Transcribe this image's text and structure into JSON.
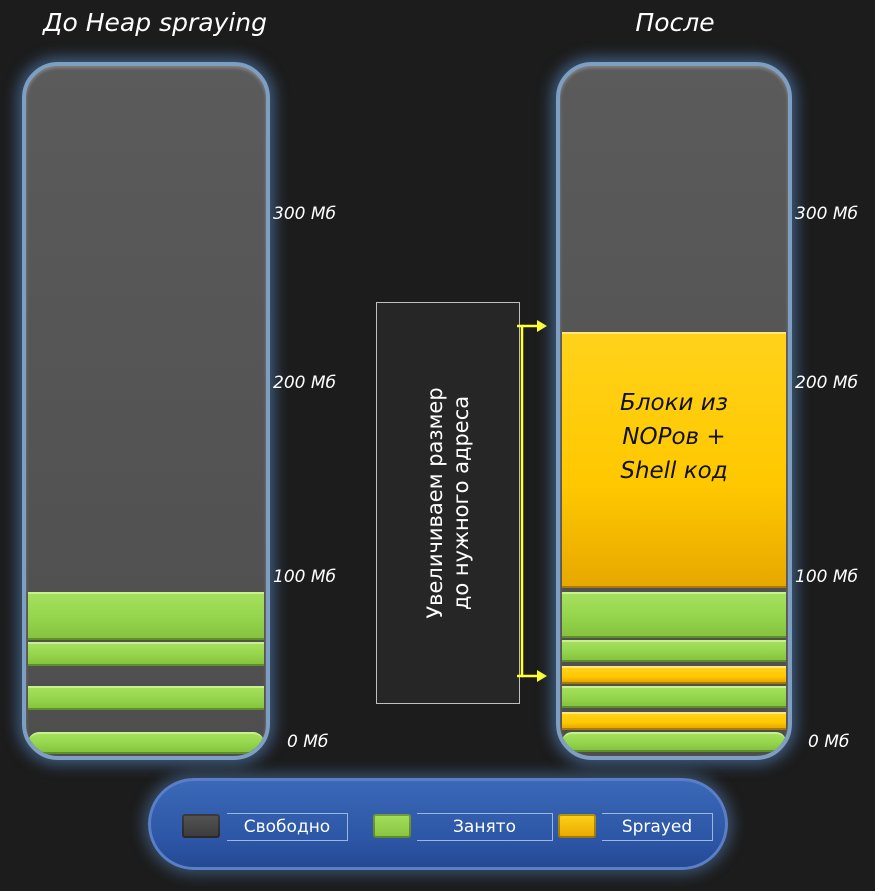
{
  "titles": {
    "before": "До Heap spraying",
    "after": "После"
  },
  "ticks": [
    "300 Мб",
    "200 Мб",
    "100 Мб",
    "0 Мб"
  ],
  "note": {
    "line1": "Увеличиваем размер",
    "line2": "до нужного адреса"
  },
  "sprayed_block": {
    "line1": "Блоки из",
    "line2": "NOPов +",
    "line3": "Shell код"
  },
  "legend": {
    "free": "Свободно",
    "used": "Занято",
    "sprayed": "Sprayed"
  },
  "colors": {
    "free": "#4d4d4d",
    "used": "#96d64e",
    "sprayed": "#ffc800",
    "legend_bg": "#2c55a5",
    "arrow": "#ffff33"
  }
}
